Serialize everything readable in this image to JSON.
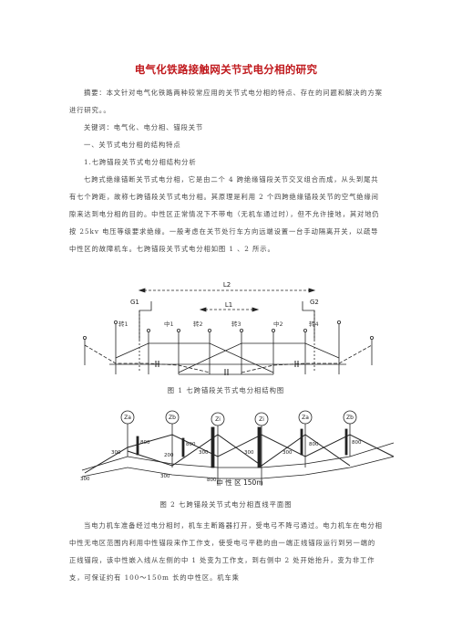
{
  "title": "电气化铁路接触网关节式电分相的研究",
  "abstract": "摘要：本文针对电气化铁路两种较常应用的关节式电分相的特点、存在的问题和解决的方案进行研究。。",
  "keywords": "关键词：电气化、电分相、锚段关节",
  "section1": "一、关节式电分相的结构特点",
  "section1_1": "1.七跨锚段关节式电分相结构分析",
  "para1": "七跨式绝缘锚断关节式电分相，它是由二个 4 跨绝缘锚段关节交叉组合而成，从头到尾共有七个跨距，故称七跨锚段关节式电分相。其原理是利用 2 个四跨绝缘锚段关节的空气绝缘间隙来达到电分相的目的。中性区正常情况下不带电（无机车通过时），但不允许接地，其对地仍按 25kv 电压等级要求绝缘。一般考虑在关节处行车方向远端设置一台手动隔离开关，以疏导中性区的故障机车。七跨锚段关节式电分相如图 1 、2 所示。",
  "fig1": {
    "caption": "图 1   七跨锚段关节式电分相结构图",
    "L2": "L2",
    "L1": "L1",
    "G1": "G1",
    "G2": "G2",
    "pole_labels": [
      "转1",
      "中1",
      "转2",
      "转3",
      "中2",
      "转4"
    ]
  },
  "fig2": {
    "caption": "图 2   七跨锚段关节式电分相直线平面图",
    "zone_label": "中  性  区  150m",
    "masts": [
      {
        "label": "Za"
      },
      {
        "label": "Zb"
      },
      {
        "label": "Zi"
      },
      {
        "label": "Zi"
      },
      {
        "label": "Za"
      },
      {
        "label": "Zb"
      }
    ],
    "dims": {
      "d300a": "300",
      "d300b": "300",
      "d300c": "300",
      "d300d": "300",
      "d300e": "300",
      "d300f": "300",
      "d800a": "800",
      "d800b": "800",
      "d800c": "800",
      "d800d": "800",
      "d800e": "800",
      "d200": "200"
    }
  },
  "para2": "当电力机车准备经过电分相时，机车主断路器打开，受电弓不降弓通过。电力机车在电分相中性无电区范围内利用中性锚段来作工作支，使受电弓平稳的由一端正线锚段运行到另一端的正线锚段，该中性嵌入线从左侧的中 1 处变为工作支，到右侧中 2 处开始抬升，变为非工作支，可保证约有 100～150m 长的中性区。机车乘"
}
